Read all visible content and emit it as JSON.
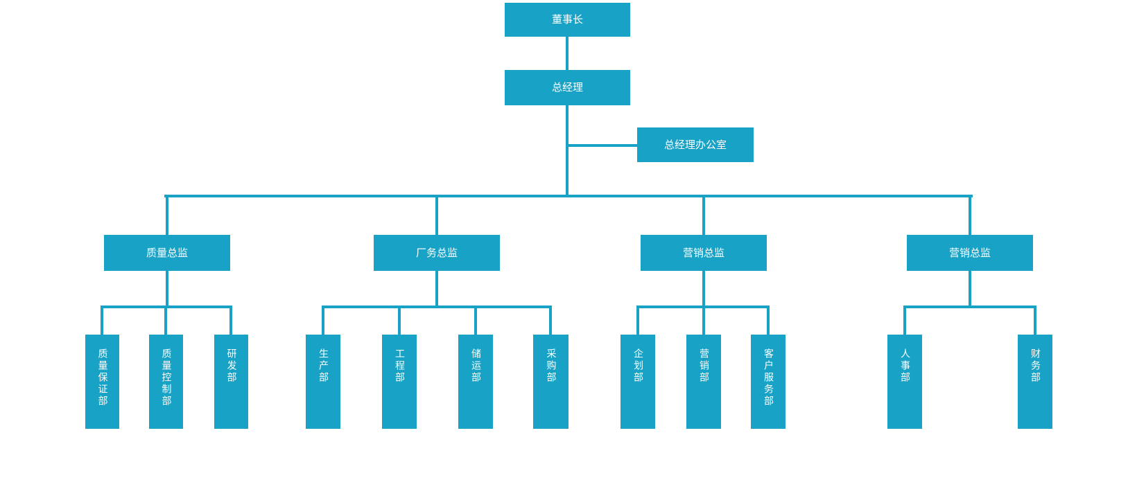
{
  "org_chart": {
    "type": "org-tree",
    "colors": {
      "node_fill": "#17A2C6",
      "node_text": "#FFFFFF",
      "connector": "#17A2C6",
      "background": "#FFFFFF"
    },
    "root": {
      "label": "董事长"
    },
    "general_manager": {
      "label": "总经理"
    },
    "gm_office": {
      "label": "总经理办公室"
    },
    "directors": [
      {
        "label": "质量总监",
        "departments": [
          "质量保证部",
          "质量控制部",
          "研发部"
        ]
      },
      {
        "label": "厂务总监",
        "departments": [
          "生产部",
          "工程部",
          "储运部",
          "采购部"
        ]
      },
      {
        "label": "营销总监",
        "departments": [
          "企划部",
          "营销部",
          "客户服务部"
        ]
      },
      {
        "label": "营销总监",
        "departments": [
          "人事部",
          "财务部"
        ]
      }
    ]
  }
}
